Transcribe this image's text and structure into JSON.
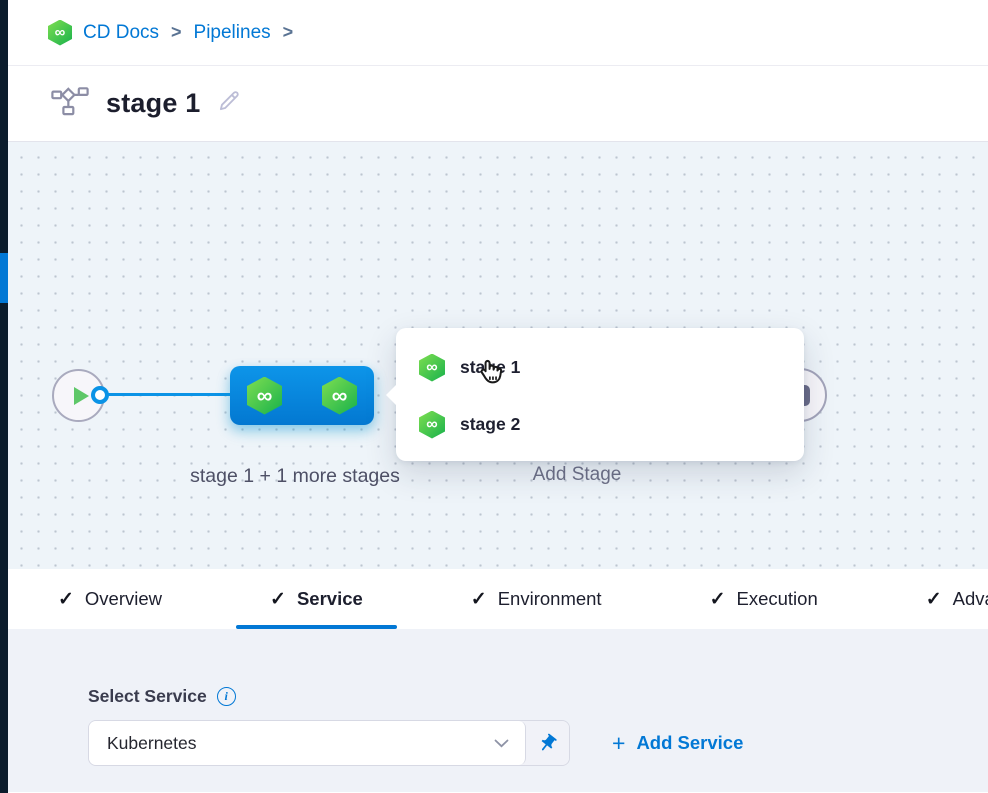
{
  "colors": {
    "accent": "#0278d5",
    "node_blue": "#0b8fe0",
    "harness_green": "#3dc94e",
    "rail_dark": "#0b1c2c",
    "canvas_bg": "#eef4f9"
  },
  "icons": {
    "harness_logo": "∞",
    "check": "✓",
    "plus": "+",
    "info": "i",
    "breadcrumb_separator": ">"
  },
  "breadcrumb": {
    "items": [
      {
        "label": "CD Docs"
      },
      {
        "label": "Pipelines"
      }
    ]
  },
  "header": {
    "title": "stage 1"
  },
  "canvas": {
    "stage_group_label": "stage 1 + 1 more stages",
    "add_stage_label": "Add Stage",
    "stage_menu": {
      "items": [
        {
          "label": "stage 1"
        },
        {
          "label": "stage 2"
        }
      ]
    }
  },
  "tabs": [
    {
      "label": "Overview"
    },
    {
      "label": "Service",
      "active": true
    },
    {
      "label": "Environment"
    },
    {
      "label": "Execution"
    },
    {
      "label": "Advanced"
    }
  ],
  "service_panel": {
    "label": "Select Service",
    "service_value": "Kubernetes",
    "add_service_label": "Add Service"
  }
}
